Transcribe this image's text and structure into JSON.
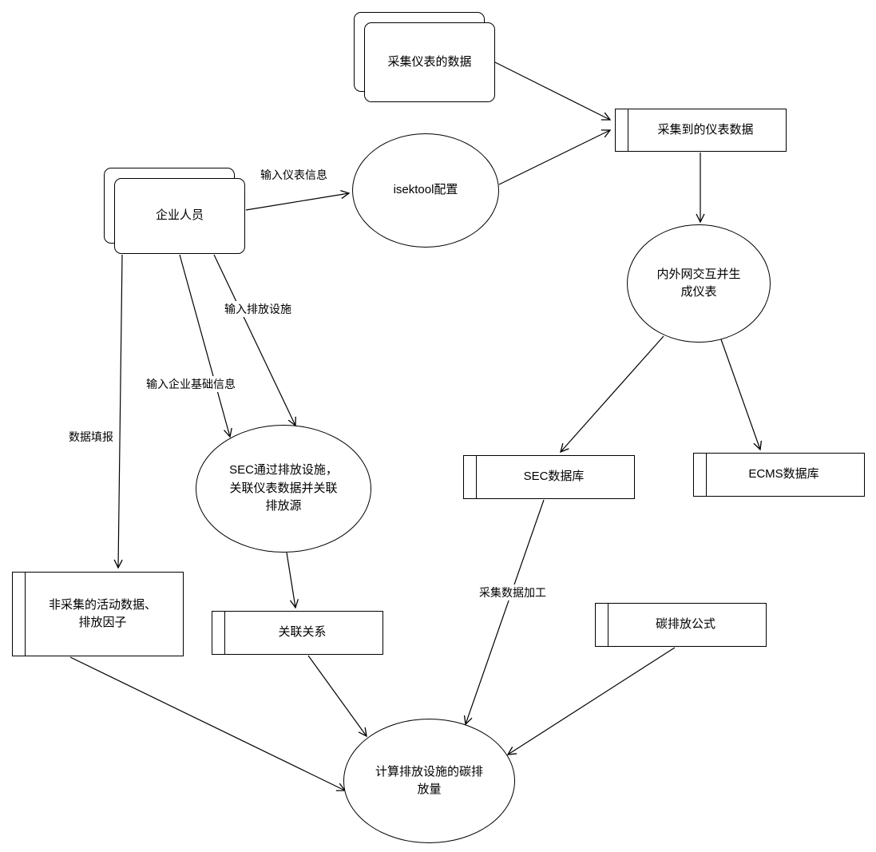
{
  "diagram": {
    "type": "data-flow-diagram",
    "colors": {
      "stroke": "#000000",
      "background": "#ffffff"
    },
    "nodes": {
      "collect_meter_data": {
        "label": "采集仪表的数据",
        "type": "external-entity"
      },
      "collected_meter_data": {
        "label": "采集到的仪表数据",
        "type": "data-store"
      },
      "enterprise_staff": {
        "label": "企业人员",
        "type": "external-entity"
      },
      "isektool_config": {
        "label": "isektool配置",
        "type": "process"
      },
      "intranet_exchange": {
        "label": "内外网交互并生成仪表",
        "type": "process"
      },
      "sec_db": {
        "label": "SEC数据库",
        "type": "data-store"
      },
      "ecms_db": {
        "label": "ECMS数据库",
        "type": "data-store"
      },
      "sec_associate": {
        "label": "SEC通过排放设施，关联仪表数据并关联排放源",
        "type": "process"
      },
      "non_collected": {
        "label": "非采集的活动数据、排放因子",
        "type": "data-store"
      },
      "relations": {
        "label": "关联关系",
        "type": "data-store"
      },
      "carbon_formula": {
        "label": "碳排放公式",
        "type": "data-store"
      },
      "calc_emissions": {
        "label": "计算排放设施的碳排放量",
        "type": "process"
      }
    },
    "edge_labels": {
      "input_meter_info": "输入仪表信息",
      "input_emission_facility": "输入排放设施",
      "input_enterprise_basic": "输入企业基础信息",
      "data_filling": "数据填报",
      "collected_data_processing": "采集数据加工"
    }
  }
}
